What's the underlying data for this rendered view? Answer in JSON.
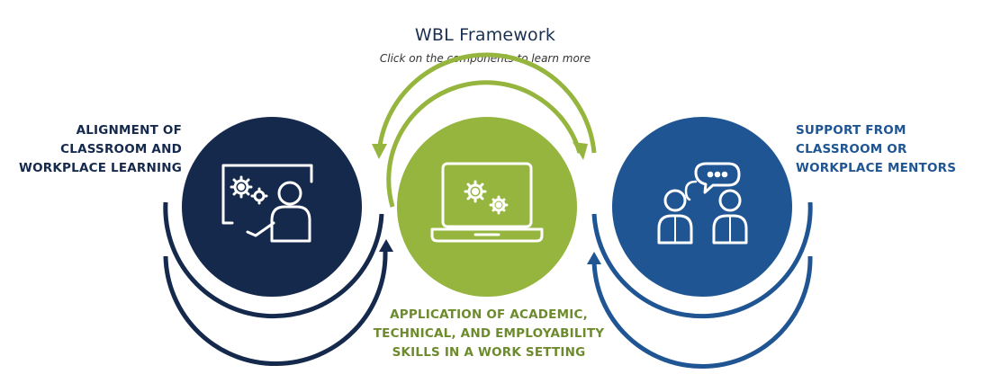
{
  "header": {
    "title": "WBL Framework",
    "subtitle": "Click on the components to learn more"
  },
  "components": [
    {
      "id": "alignment",
      "label_lines": [
        "ALIGNMENT OF",
        "CLASSROOM AND",
        "WORKPLACE LEARNING"
      ],
      "color": "#15294d",
      "icon": "presentation-gears-icon"
    },
    {
      "id": "application",
      "label_lines": [
        "APPLICATION OF ACADEMIC,",
        "TECHNICAL, AND EMPLOYABILITY",
        "SKILLS IN A WORK SETTING"
      ],
      "color": "#95b53e",
      "icon": "laptop-gears-icon"
    },
    {
      "id": "support",
      "label_lines": [
        "SUPPORT FROM",
        "CLASSROOM OR",
        "WORKPLACE MENTORS"
      ],
      "color": "#1f5593",
      "icon": "mentors-chat-icon"
    }
  ],
  "colors": {
    "navy": "#15294d",
    "green": "#95b53e",
    "blue": "#1f5593",
    "label_green": "#6d8b2c"
  }
}
